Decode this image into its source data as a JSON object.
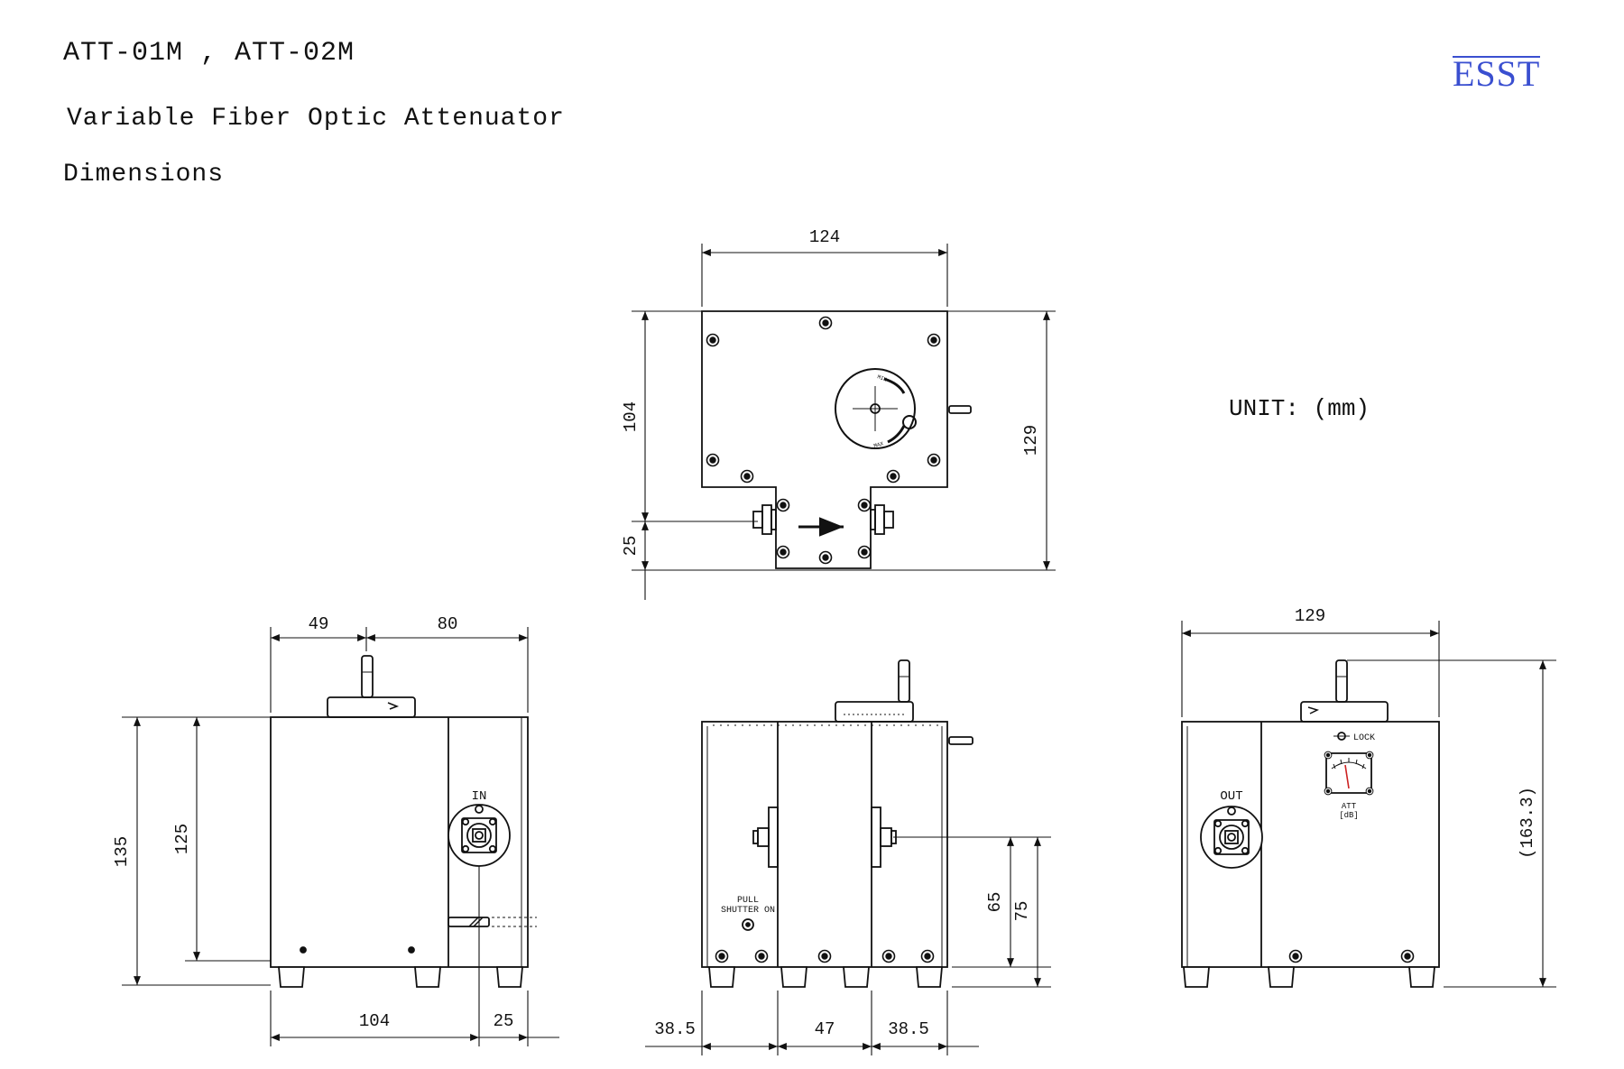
{
  "header": {
    "title": "ATT-01M , ATT-02M",
    "subtitle": "Variable Fiber Optic Attenuator",
    "section": "Dimensions"
  },
  "logo": {
    "text": "ESST",
    "color": "#3a4fd0"
  },
  "unit": "UNIT: (mm)",
  "top_view": {
    "dims": {
      "width": "124",
      "body_depth": "104",
      "tab_depth": "25",
      "total_depth": "129"
    },
    "dial_marks": {
      "upper": "MIN",
      "lower": "MAX"
    }
  },
  "left_view": {
    "dims": {
      "seg_a": "49",
      "seg_b": "80",
      "height_total": "135",
      "height_body": "125",
      "base_a": "104",
      "base_b": "25"
    },
    "labels": {
      "port": "IN"
    }
  },
  "front_view": {
    "dims": {
      "h1": "65",
      "h2": "75",
      "w_left": "38.5",
      "w_mid": "47",
      "w_right": "38.5"
    },
    "labels": {
      "shutter_line1": "PULL",
      "shutter_line2": "SHUTTER ON"
    }
  },
  "right_view": {
    "dims": {
      "width": "129",
      "height": "(163.3)"
    },
    "labels": {
      "port": "OUT",
      "lock": "LOCK",
      "meter_line1": "ATT",
      "meter_line2": "[dB]"
    }
  },
  "colors": {
    "line": "#111111",
    "logo": "#3a4fd0",
    "meter_needle": "#cc2222"
  }
}
